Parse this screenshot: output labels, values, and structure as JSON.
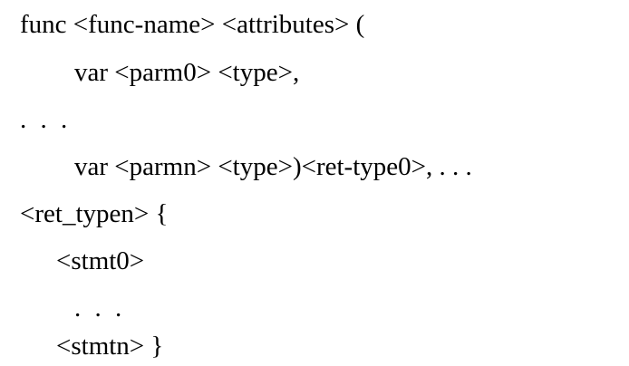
{
  "code_lines": [
    "func <func-name> <attributes> (",
    "var <parm0> <type>,",
    ". . .",
    "var <parmn> <type>)<ret-type0>, . . .",
    "<ret_typen> {",
    "<stmt0>",
    ". . .",
    "<stmtn> }"
  ]
}
